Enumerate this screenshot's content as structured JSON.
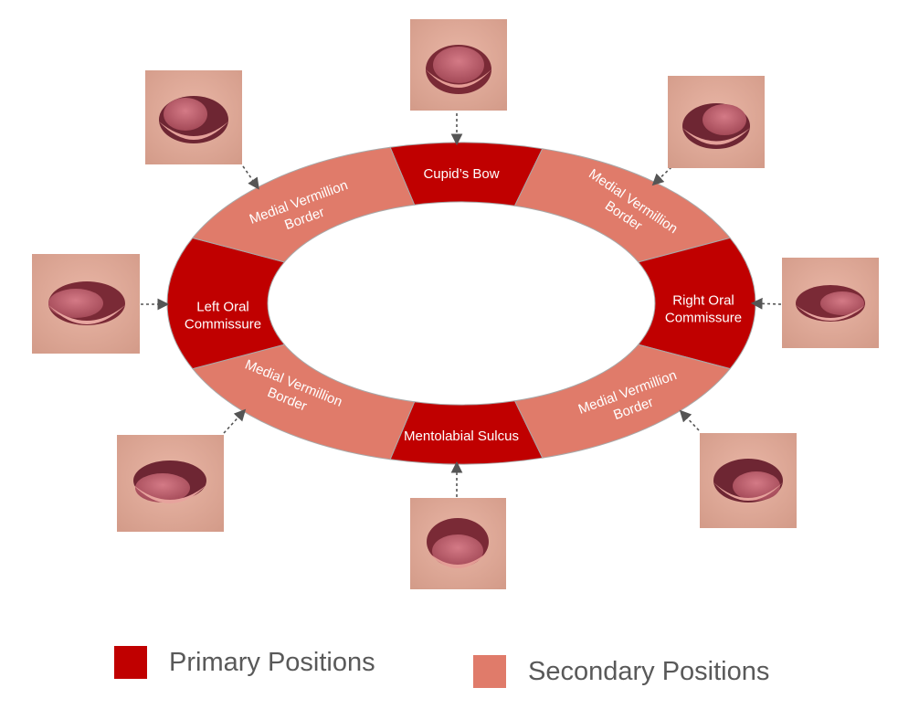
{
  "colors": {
    "primary": "#c00000",
    "secondary": "#e07b6a",
    "ring_stroke": "#a8a8a8",
    "arrow": "#555555"
  },
  "segments": {
    "top": {
      "lines": [
        "Cupid’s Bow"
      ],
      "type": "primary"
    },
    "top_right": {
      "lines": [
        "Medial Vermillion",
        "Border"
      ],
      "type": "secondary"
    },
    "right": {
      "lines": [
        "Right Oral",
        "Commissure"
      ],
      "type": "primary"
    },
    "bottom_right": {
      "lines": [
        "Medial Vermillion",
        "Border"
      ],
      "type": "secondary"
    },
    "bottom": {
      "lines": [
        "Mentolabial Sulcus"
      ],
      "type": "primary"
    },
    "bottom_left": {
      "lines": [
        "Medial Vermillion",
        "Border"
      ],
      "type": "secondary"
    },
    "left": {
      "lines": [
        "Left Oral",
        "Commissure"
      ],
      "type": "primary"
    },
    "top_left": {
      "lines": [
        "Medial Vermillion",
        "Border"
      ],
      "type": "secondary"
    }
  },
  "photos": [
    "mouth-photo-top",
    "mouth-photo-top-right",
    "mouth-photo-right",
    "mouth-photo-bottom-right",
    "mouth-photo-bottom",
    "mouth-photo-bottom-left",
    "mouth-photo-left",
    "mouth-photo-top-left"
  ],
  "legend": {
    "primary_label": "Primary Positions",
    "secondary_label": "Secondary Positions"
  }
}
